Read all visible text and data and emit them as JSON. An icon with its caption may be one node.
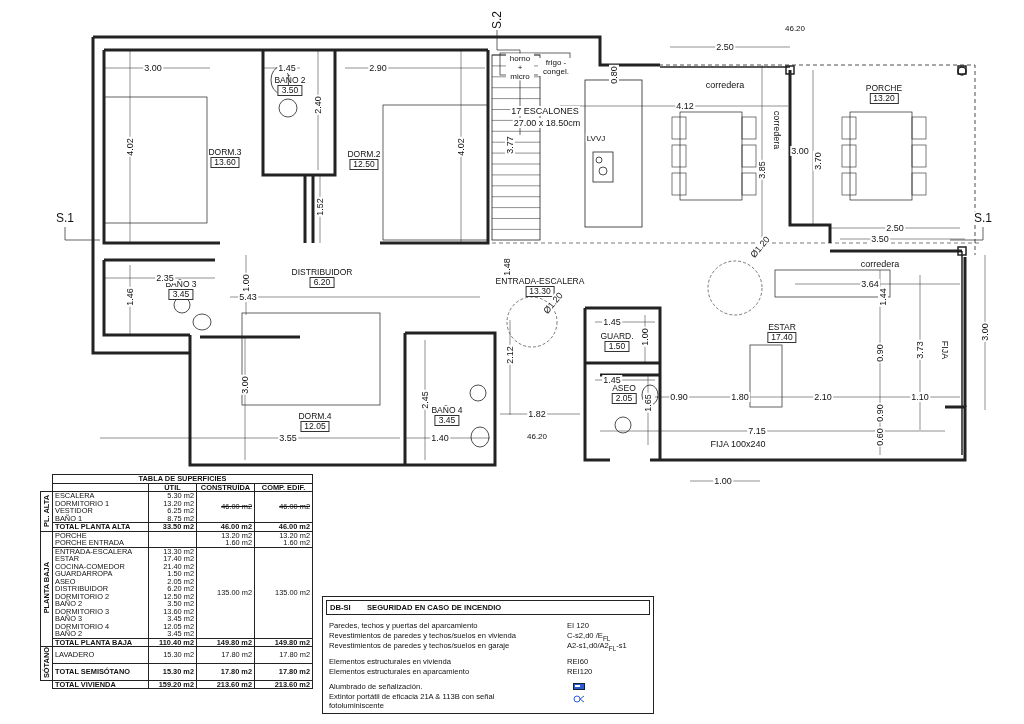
{
  "diagram": {
    "nodes": [
      {
        "text": [
          "DORM.3",
          "13.60"
        ]
      },
      {
        "text": [
          "BAÑO 2",
          "3.50"
        ]
      },
      {
        "text": [
          "DORM.2",
          "12.50"
        ]
      },
      {
        "text": [
          "PORCHE",
          "13.20"
        ]
      },
      {
        "text": [
          "BAÑO 3",
          "3.45"
        ]
      },
      {
        "text": [
          "DISTRIBUIDOR",
          "6.20"
        ]
      },
      {
        "text": [
          "ENTRADA-ESCALERA",
          "13.30"
        ]
      },
      {
        "text": [
          "GUARD.",
          "1.50"
        ]
      },
      {
        "text": [
          "ESTAR",
          "17.40"
        ]
      },
      {
        "text": [
          "DORM.4",
          "12.05"
        ]
      },
      {
        "text": [
          "BAÑO 4",
          "3.45"
        ]
      },
      {
        "text": [
          "ASEO",
          "2.05"
        ]
      }
    ],
    "labels": [
      "S.2",
      "3.00",
      "1.45",
      "2.90",
      "0.80",
      "2.50",
      "46.20",
      "horno + micro",
      "frigo - congel.",
      "corredera",
      "4.12",
      "17 ESCALONES",
      "27.00 x 18.50cm",
      "2.40",
      "4.02",
      "4.02",
      "3.77",
      "LVVJ",
      "corredera",
      "3.85",
      "3.00",
      "3.70",
      "1.52",
      "S.1",
      "S.1",
      "2.50",
      "3.50",
      "Ø1.20",
      "corredera",
      "2.35",
      "1.46",
      "1.00",
      "5.43",
      "1.48",
      "Ø1.20",
      "3.64",
      "1.44",
      "1.45",
      "1.00",
      "3.73",
      "FIJA",
      "3.00",
      "2.12",
      "0.90",
      "3.00",
      "1.45",
      "2.45",
      "0.90",
      "1.80",
      "2.10",
      "0.90",
      "1.10",
      "1.65",
      "1.82",
      "7.15",
      "0.60",
      "3.55",
      "1.40",
      "46.20",
      "FIJA 100x240",
      "1.00",
      "TABLA DE SUPERFICIES",
      "ÚTIL",
      "CONSTRUÍDA",
      "COMP. EDIF.",
      "PL. ALTA",
      "ESCALERA",
      "5.30 m2",
      "DORMITORIO 1",
      "13.20 m2",
      "VESTIDOR",
      "6.25 m2",
      "BAÑO 1",
      "8.75 m2",
      "46.00 m2",
      "46.00 m2",
      "TOTAL PLANTA ALTA",
      "33.50 m2",
      "46.00 m2",
      "46.00 m2",
      "PLANTA BAJA",
      "PORCHE",
      "13.20 m2",
      "13.20 m2",
      "PORCHE ENTRADA",
      "1.60 m2",
      "1.60 m2",
      "ENTRADA-ESCALERA",
      "13.30 m2",
      "ESTAR",
      "17.40 m2",
      "COCINA-COMEDOR",
      "21.40 m2",
      "GUARDARROPA",
      "1.50 m2",
      "ASEO",
      "2.05 m2",
      "DISTRIBUIDOR",
      "6.20 m2",
      "DORMITORIO 2",
      "12.50 m2",
      "BAÑO 2",
      "3.50 m2",
      "DORMITORIO 3",
      "13.60 m2",
      "BAÑO 3",
      "3.45 m2",
      "DORMITORIO 4",
      "12.05 m2",
      "BAÑO 2",
      "3.45 m2",
      "135.00 m2",
      "135.00 m2",
      "TOTAL PLANTA BAJA",
      "110.40 m2",
      "149.80 m2",
      "149.80 m2",
      "SÓTANO",
      "LAVADERO",
      "15.30 m2",
      "17.80 m2",
      "17.80 m2",
      "TOTAL SEMISÓTANO",
      "15.30 m2",
      "17.80 m2",
      "17.80 m2",
      "TOTAL VIVIENDA",
      "159.20 m2",
      "213.60 m2",
      "213.60 m2",
      "DB-SI",
      "SEGURIDAD EN CASO DE INCENDIO",
      "Paredes, techos y puertas del aparcamiento",
      "EI 120",
      "Revestimientos de paredes y techos/suelos en vivienda",
      "C-s2,d0 /E$_{FL}$",
      "Revestimientos de paredes y techos/suelos en garaje",
      "A2-s1,d0/A2$_{FL}$-s1",
      "Elementos estructurales en vivienda",
      "REI60",
      "Elementos estructurales en aparcamiento",
      "REI120",
      "Alumbrado de señalización.",
      "Extintor portátil de eficacia 21A & 113B con señal fotoluminiscente"
    ]
  }
}
